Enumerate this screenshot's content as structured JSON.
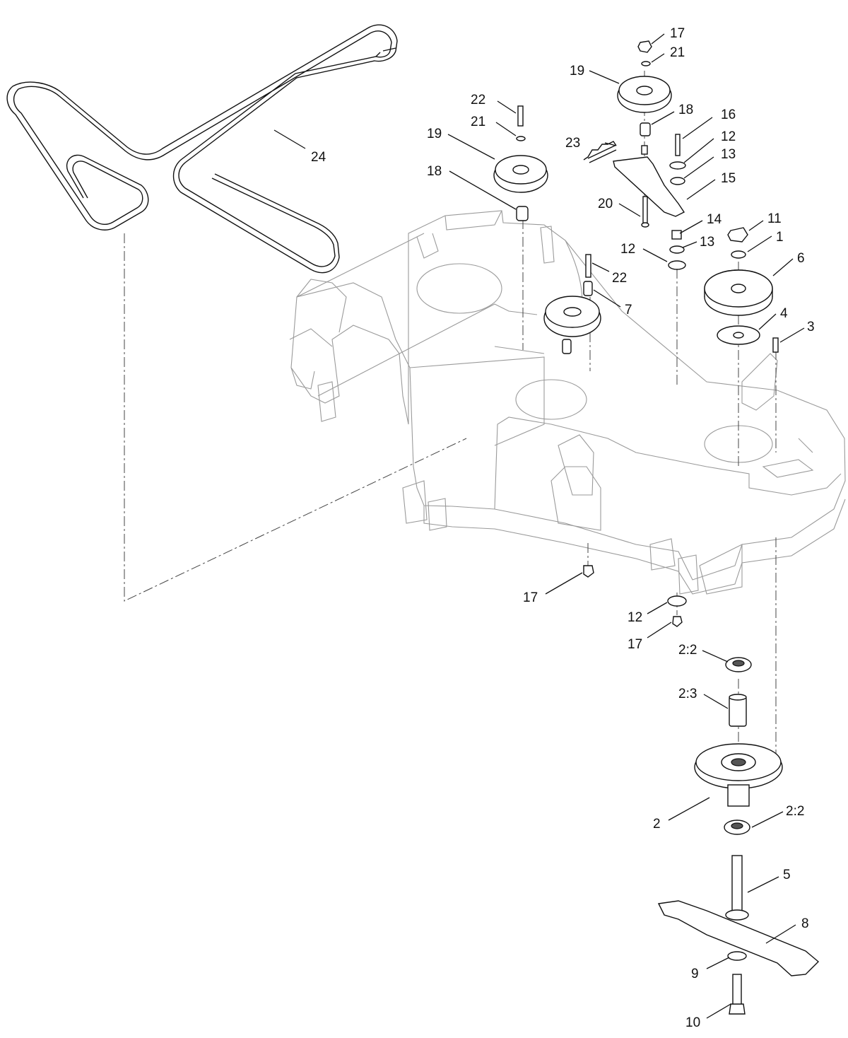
{
  "callouts": [
    {
      "id": "c17a",
      "text": "17"
    },
    {
      "id": "c21a",
      "text": "21"
    },
    {
      "id": "c19a",
      "text": "19"
    },
    {
      "id": "c18a",
      "text": "18"
    },
    {
      "id": "c16",
      "text": "16"
    },
    {
      "id": "c12a",
      "text": "12"
    },
    {
      "id": "c13a",
      "text": "13"
    },
    {
      "id": "c15",
      "text": "15"
    },
    {
      "id": "c23",
      "text": "23"
    },
    {
      "id": "c22a",
      "text": "22"
    },
    {
      "id": "c21b",
      "text": "21"
    },
    {
      "id": "c19b",
      "text": "19"
    },
    {
      "id": "c18b",
      "text": "18"
    },
    {
      "id": "c20",
      "text": "20"
    },
    {
      "id": "c14",
      "text": "14"
    },
    {
      "id": "c13b",
      "text": "13"
    },
    {
      "id": "c12b",
      "text": "12"
    },
    {
      "id": "c11",
      "text": "11"
    },
    {
      "id": "c1",
      "text": "1"
    },
    {
      "id": "c6",
      "text": "6"
    },
    {
      "id": "c22b",
      "text": "22"
    },
    {
      "id": "c7",
      "text": "7"
    },
    {
      "id": "c4",
      "text": "4"
    },
    {
      "id": "c3",
      "text": "3"
    },
    {
      "id": "c24",
      "text": "24"
    },
    {
      "id": "c17b",
      "text": "17"
    },
    {
      "id": "c12c",
      "text": "12"
    },
    {
      "id": "c17c",
      "text": "17"
    },
    {
      "id": "c2_2a",
      "text": "2:2"
    },
    {
      "id": "c2_3",
      "text": "2:3"
    },
    {
      "id": "c2",
      "text": "2"
    },
    {
      "id": "c2_2b",
      "text": "2:2"
    },
    {
      "id": "c5",
      "text": "5"
    },
    {
      "id": "c8",
      "text": "8"
    },
    {
      "id": "c9",
      "text": "9"
    },
    {
      "id": "c10",
      "text": "10"
    }
  ]
}
